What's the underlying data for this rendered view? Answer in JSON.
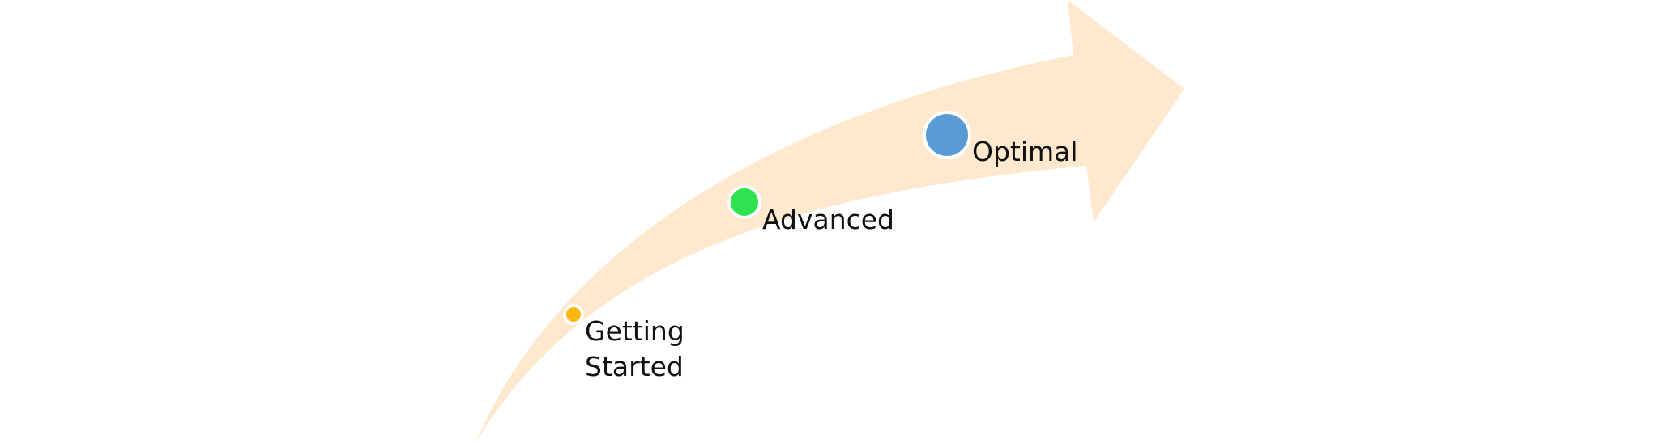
{
  "arrow": {
    "color": "#FEE8CE"
  },
  "stages": [
    {
      "label": "Getting\nStarted",
      "color": "#FDB813"
    },
    {
      "label": "Advanced",
      "color": "#2EE34F"
    },
    {
      "label": "Optimal",
      "color": "#5B9BD5"
    }
  ],
  "marker_outline_color": "#FFFFFF"
}
